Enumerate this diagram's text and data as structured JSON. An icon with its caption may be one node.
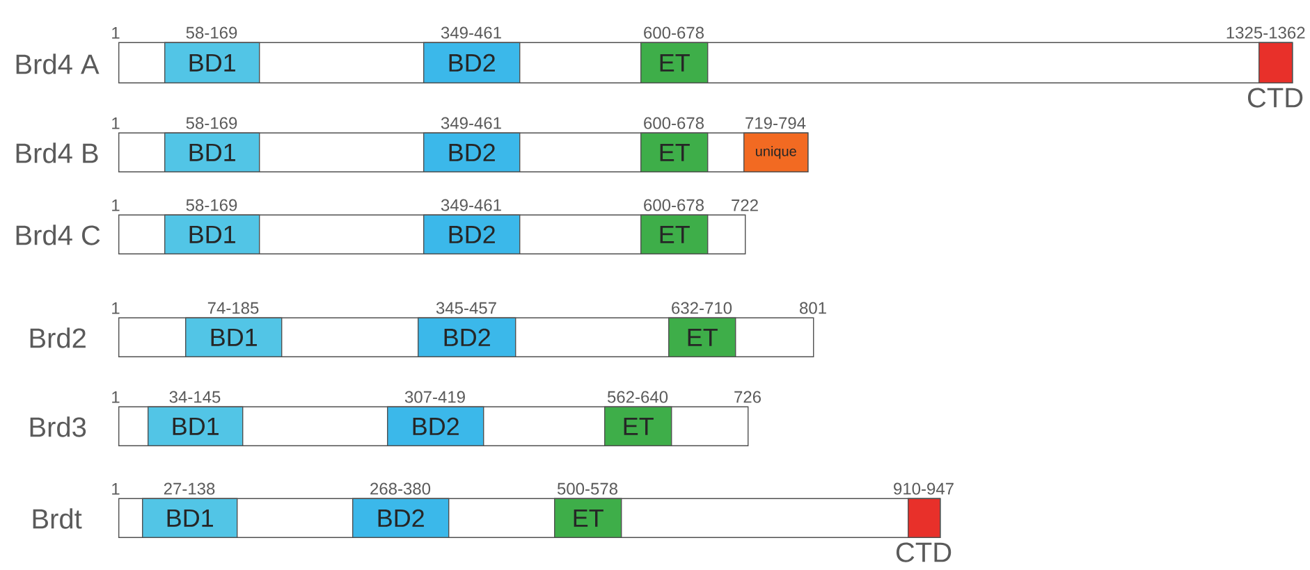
{
  "diagram": {
    "nodes": [
      {
        "text": [],
        "shape": "box",
        "beside": [
          "Brd4 A",
          "1"
        ]
      },
      {
        "text": [
          "BD1"
        ],
        "in": 0,
        "beside": [
          "58-169"
        ]
      },
      {
        "text": [
          "BD2"
        ],
        "in": 0,
        "beside": [
          "349-461"
        ]
      },
      {
        "text": [
          "ET"
        ],
        "in": 0,
        "beside": [
          "600-678"
        ]
      },
      {
        "text": [],
        "shape": "box",
        "in": 0,
        "beside": [
          "1325-1362",
          "CTD"
        ]
      },
      {
        "text": [],
        "shape": "box",
        "beside": [
          "Brd4 B",
          "1"
        ]
      },
      {
        "text": [
          "BD1"
        ],
        "in": 5,
        "beside": [
          "58-169"
        ]
      },
      {
        "text": [
          "BD2"
        ],
        "in": 5,
        "beside": [
          "349-461"
        ]
      },
      {
        "text": [
          "ET"
        ],
        "in": 5,
        "beside": [
          "600-678"
        ]
      },
      {
        "text": [
          "unique"
        ],
        "in": 5,
        "beside": [
          "719-794"
        ]
      },
      {
        "text": [],
        "shape": "box",
        "beside": [
          "Brd4 C",
          "1",
          "722"
        ]
      },
      {
        "text": [
          "BD1"
        ],
        "in": 10,
        "beside": [
          "58-169"
        ]
      },
      {
        "text": [
          "BD2"
        ],
        "in": 10,
        "beside": [
          "349-461"
        ]
      },
      {
        "text": [
          "ET"
        ],
        "in": 10,
        "beside": [
          "600-678"
        ]
      },
      {
        "text": [],
        "shape": "box",
        "beside": [
          "Brd2",
          "1",
          "801"
        ]
      },
      {
        "text": [
          "BD1"
        ],
        "in": 14,
        "beside": [
          "74-185"
        ]
      },
      {
        "text": [
          "BD2"
        ],
        "in": 14,
        "beside": [
          "345-457"
        ]
      },
      {
        "text": [
          "ET"
        ],
        "in": 14,
        "beside": [
          "632-710"
        ]
      },
      {
        "text": [],
        "shape": "box",
        "beside": [
          "Brd3",
          "1",
          "726"
        ]
      },
      {
        "text": [
          "BD1"
        ],
        "in": 18,
        "beside": [
          "34-145"
        ]
      },
      {
        "text": [
          "BD2"
        ],
        "in": 18,
        "beside": [
          "307-419"
        ]
      },
      {
        "text": [
          "ET"
        ],
        "in": 18,
        "beside": [
          "562-640"
        ]
      },
      {
        "text": [],
        "shape": "box",
        "beside": [
          "Brdt",
          "1"
        ]
      },
      {
        "text": [
          "BD1"
        ],
        "in": 22,
        "beside": [
          "27-138"
        ]
      },
      {
        "text": [
          "BD2"
        ],
        "in": 22,
        "beside": [
          "268-380"
        ]
      },
      {
        "text": [
          "ET"
        ],
        "in": 22,
        "beside": [
          "500-578"
        ]
      },
      {
        "text": [],
        "shape": "box",
        "in": 22,
        "beside": [
          "910-947",
          "CTD"
        ]
      }
    ]
  }
}
